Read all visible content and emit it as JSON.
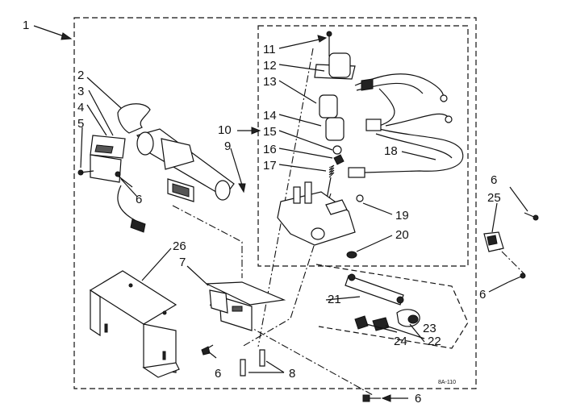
{
  "labels": {
    "l1": "1",
    "l2": "2",
    "l3": "3",
    "l4": "4",
    "l5": "5",
    "l6a": "6",
    "l6b": "6",
    "l6c": "6",
    "l6d": "6",
    "l6e": "6",
    "l7": "7",
    "l8": "8",
    "l9": "9",
    "l10": "10",
    "l11": "11",
    "l12": "12",
    "l13": "13",
    "l14": "14",
    "l15": "15",
    "l16": "16",
    "l17": "17",
    "l18": "18",
    "l19": "19",
    "l20": "20",
    "l21": "21",
    "l22": "22",
    "l23": "23",
    "l24": "24",
    "l25": "25",
    "l26": "26"
  },
  "drawing_code": "8A-110"
}
